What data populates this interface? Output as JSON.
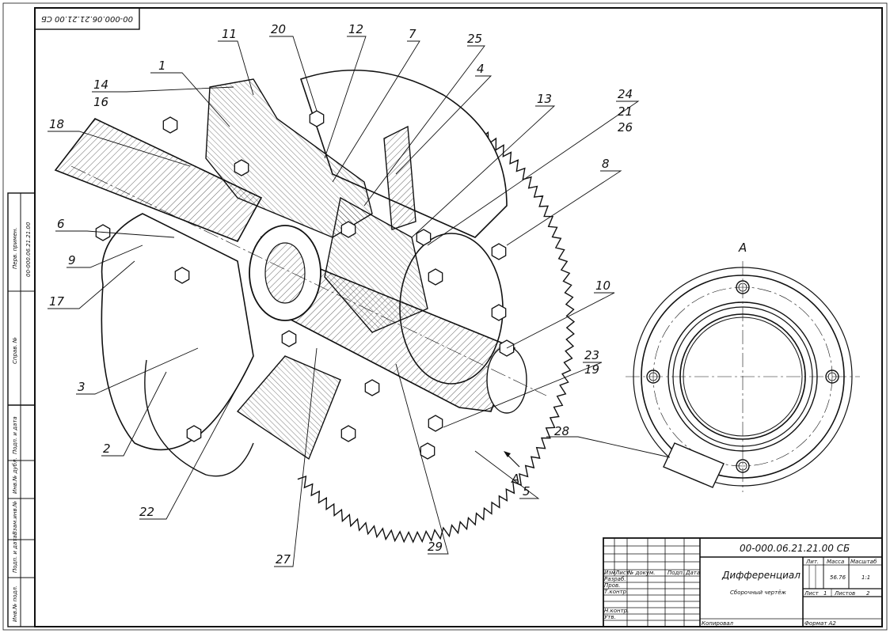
{
  "drawing": {
    "top_code": "00-000.06.21.21.00 СБ",
    "side_stamp": {
      "perv_primen_label": "Перв. примен.",
      "perv_primen_value": "00-000.06.21.21.00",
      "sprav_label": "Справ. №",
      "podp_data_1": "Подп. и дата",
      "inv_dubl": "Инв.№ дубл.",
      "vzam_inv": "Взам.инв.№",
      "podp_data_2": "Подп. и дата",
      "inv_podl": "Инв.№ подл."
    },
    "callouts": [
      "1",
      "2",
      "3",
      "4",
      "5",
      "6",
      "7",
      "8",
      "9",
      "10",
      "11",
      "12",
      "13",
      "14",
      "16",
      "17",
      "18",
      "19",
      "20",
      "21",
      "22",
      "23",
      "24",
      "25",
      "26",
      "27",
      "28",
      "29"
    ],
    "view_label": "A",
    "arrow_label": "A"
  },
  "title_block": {
    "designation": "00-000.06.21.21.00 СБ",
    "name": "Дифференциал",
    "doc_type": "Сборочный чертёж",
    "col_izm": "Изм",
    "col_list": "Лист",
    "col_doc": "№ докум.",
    "col_podp": "Подп.",
    "col_data": "Дата",
    "row_razrab": "Разраб.",
    "row_prov": "Пров.",
    "row_tkontr": "Т.контр.",
    "row_nkontr": "Н.контр.",
    "row_utv": "Утв.",
    "lit_label": "Лит.",
    "mass_label": "Масса",
    "scale_label": "Масштаб",
    "mass_value": "56.76",
    "scale_value": "1:1",
    "sheet_label": "Лист",
    "sheet_value": "1",
    "sheets_label": "Листов",
    "sheets_value": "2",
    "copied": "Копировал",
    "format": "Формат   A2"
  }
}
